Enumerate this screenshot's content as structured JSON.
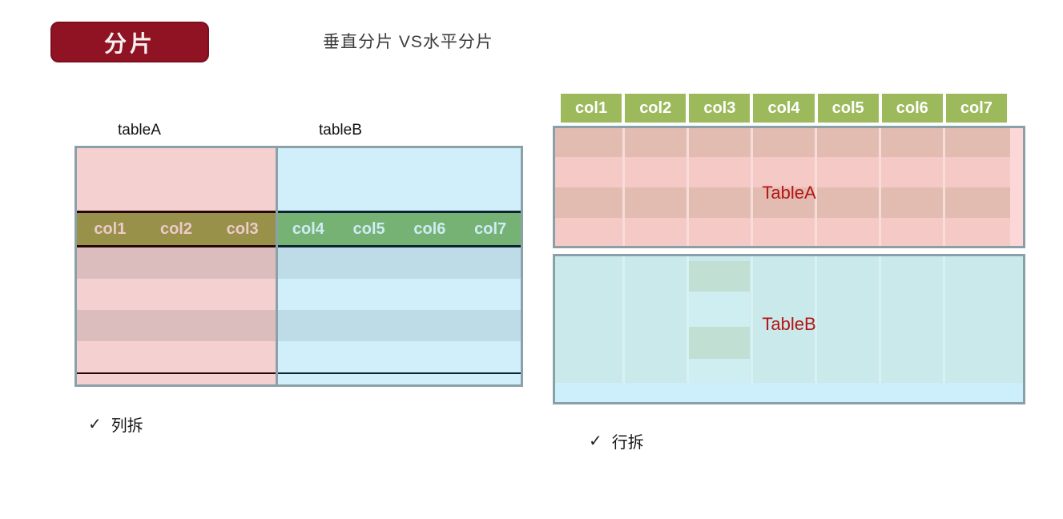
{
  "title": {
    "text": "分片"
  },
  "subtitle": "垂直分片 VS水平分片",
  "vertical_sharding": {
    "table_a": {
      "label": "tableA",
      "columns": [
        "col1",
        "col2",
        "col3"
      ]
    },
    "table_b": {
      "label": "tableB",
      "columns": [
        "col4",
        "col5",
        "col6",
        "col7"
      ]
    },
    "caption": {
      "check": "✓",
      "text": "列拆"
    }
  },
  "horizontal_sharding": {
    "columns": [
      "col1",
      "col2",
      "col3",
      "col4",
      "col5",
      "col6",
      "col7"
    ],
    "table_a_label": "TableA",
    "table_b_label": "TableB",
    "caption": {
      "check": "✓",
      "text": "行拆"
    }
  },
  "colors": {
    "title_bg": "#8f1322",
    "title_text": "#f7f0f1",
    "olive_header": "#97914a",
    "olive_header_text": "#eecac9",
    "green_header": "#77b275",
    "green_header_text": "#cfecf5",
    "right_header_green": "#9cba5c",
    "pink_light": "#f5d0d0",
    "pink_dark": "#dcbdbe",
    "blue_light": "#d0effa",
    "blue_dark": "#bedce8",
    "right_pink_light": "#f5c9c6",
    "right_pink_dark": "#e3bcb1",
    "right_blue_bg": "#c9e9eb",
    "right_teal_cell": "#c1e0d3",
    "table_label_red": "#b51414",
    "border_gray": "#8ba1a9",
    "dark_maroon_line": "#260708",
    "dark_navy_line": "#0d2433"
  }
}
